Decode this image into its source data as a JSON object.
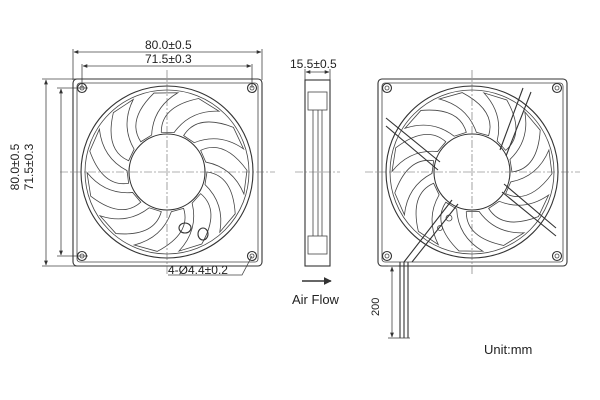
{
  "dimensions": {
    "outer_width": "80.0±0.5",
    "hole_spacing_width": "71.5±0.3",
    "outer_height": "80.0±0.5",
    "hole_spacing_height": "71.5±0.3",
    "thickness": "15.5±0.5",
    "holes": "4-Ø4.4±0.2",
    "lead_length": "200"
  },
  "labels": {
    "airflow": "Air Flow",
    "unit": "Unit:mm"
  }
}
